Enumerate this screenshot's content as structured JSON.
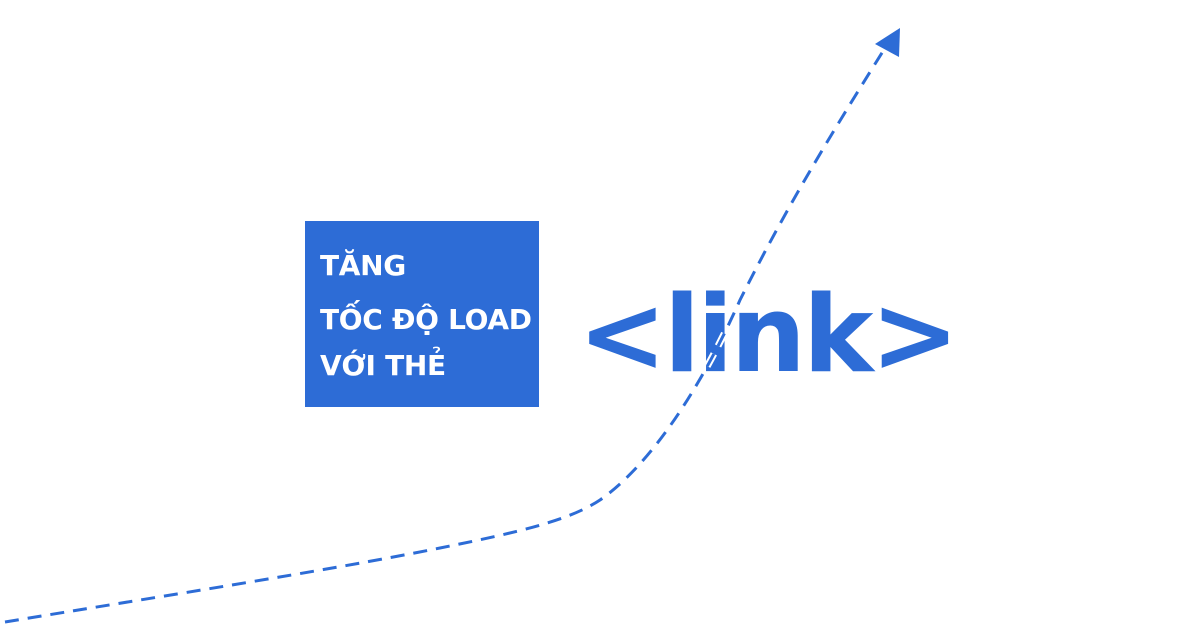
{
  "title_box": {
    "lines": [
      "TĂNG",
      "TỐC ĐỘ LOAD",
      "VỚI THẺ"
    ],
    "background": "#2d6cd6",
    "text_color": "#ffffff"
  },
  "tag": {
    "text": "<link>",
    "color": "#2d6cd6"
  },
  "growth_arrow": {
    "icon": "dashed-growth-arrow-icon",
    "color": "#2d6cd6",
    "style": "dashed"
  }
}
